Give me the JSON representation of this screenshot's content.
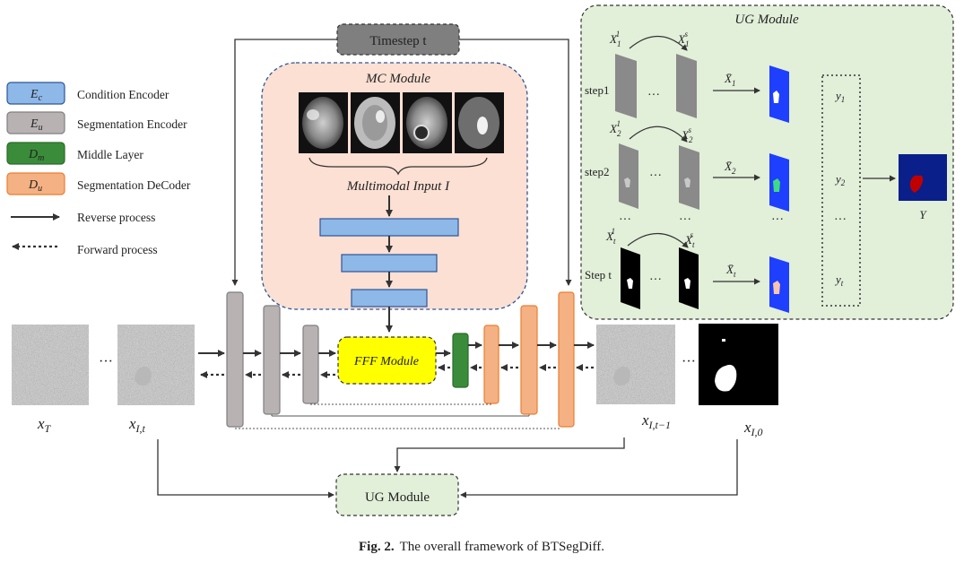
{
  "figure": {
    "caption_label": "Fig. 2.",
    "caption_text": "The overall framework of BTSegDiff."
  },
  "legend": {
    "items": [
      {
        "symbol": "E",
        "sub": "c",
        "label": "Condition Encoder",
        "color": "#8db8e8"
      },
      {
        "symbol": "E",
        "sub": "u",
        "label": "Segmentation Encoder",
        "color": "#b8b2b3"
      },
      {
        "symbol": "D",
        "sub": "m",
        "label": "Middle Layer",
        "color": "#3a8c3a"
      },
      {
        "symbol": "D",
        "sub": "u",
        "label": "Segmentation DeCoder",
        "color": "#f4b183"
      }
    ],
    "reverse_label": "Reverse process",
    "forward_label": "Forward process"
  },
  "timestep": {
    "label": "Timestep t"
  },
  "mc_module": {
    "title": "MC Module",
    "input_label": "Multimodal Input I"
  },
  "fff_module": {
    "label": "FFF Module"
  },
  "ug_module": {
    "title": "UG Module",
    "bottom_label": "UG Module",
    "steps": [
      {
        "label": "step1",
        "x1": "X",
        "x1_sub": "1",
        "x1_sup": "1",
        "xs": "X",
        "xs_sub": "1",
        "xs_sup": "s",
        "xbar": "X̄",
        "xbar_sub": "1",
        "y": "y",
        "y_sub": "1"
      },
      {
        "label": "step2",
        "x1": "X",
        "x1_sub": "2",
        "x1_sup": "1",
        "xs": "X",
        "xs_sub": "2",
        "xs_sup": "s",
        "xbar": "X̄",
        "xbar_sub": "2",
        "y": "y",
        "y_sub": "2"
      },
      {
        "label": "Step t",
        "x1": "X",
        "x1_sub": "t",
        "x1_sup": "1",
        "xs": "X",
        "xs_sub": "t",
        "xs_sup": "s",
        "xbar": "X̄",
        "xbar_sub": "t",
        "y": "y",
        "y_sub": "t"
      }
    ],
    "dots": "···",
    "output_label": "Y"
  },
  "images": {
    "xT": {
      "base": "x",
      "sub": "T"
    },
    "xIt": {
      "base": "x",
      "sub": "I,t"
    },
    "xIt1": {
      "base": "x",
      "sub": "I,t−1"
    },
    "xI0": {
      "base": "x",
      "sub": "I,0"
    },
    "dots": "···"
  },
  "colors": {
    "encoder_gray": "#b8b2b3",
    "decoder_orange": "#f4b183",
    "middle_green": "#3a8c3a",
    "condition_blue": "#8db8e8",
    "fff_yellow": "#ffff00",
    "mc_bg": "#fbe0d3",
    "ug_bg": "#e2efd9",
    "timestep_gray": "#7f7f7f",
    "seg_blue": "#1f3fff"
  }
}
